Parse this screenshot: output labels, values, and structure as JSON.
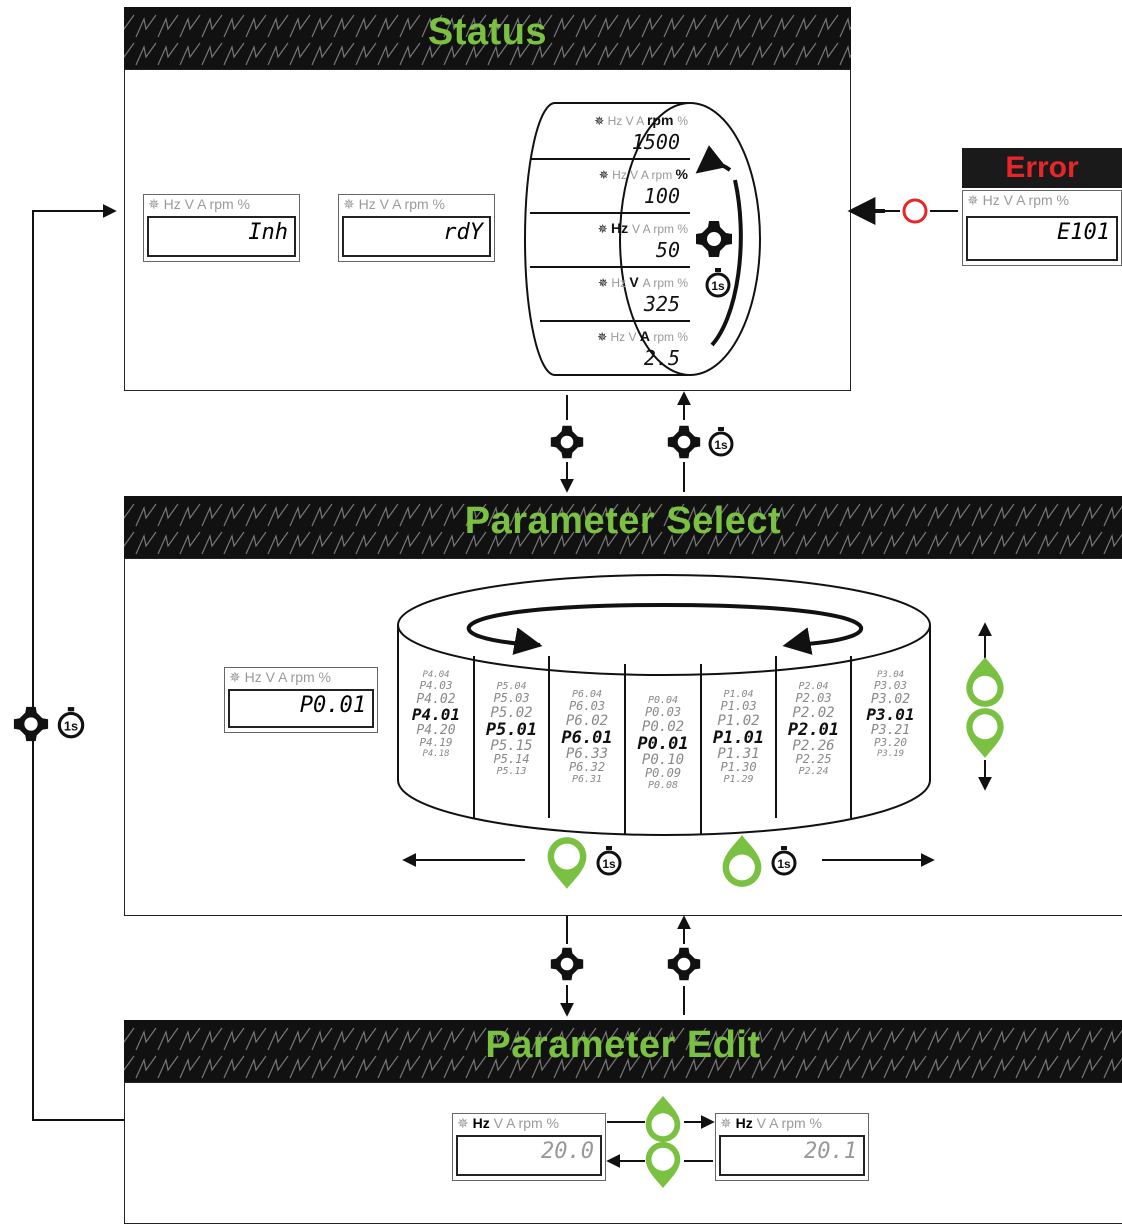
{
  "sections": {
    "status": "Status",
    "parameter_select": "Parameter Select",
    "parameter_edit": "Parameter Edit",
    "error": "Error"
  },
  "units_label": "Hz V A rpm %",
  "status_displays": [
    {
      "value": "Inh"
    },
    {
      "value": "rdY"
    }
  ],
  "error_display": {
    "value": "E101"
  },
  "status_cycle": [
    {
      "highlight": "rpm",
      "value": "1500"
    },
    {
      "highlight": "%",
      "value": "100"
    },
    {
      "highlight": "Hz",
      "value": "50"
    },
    {
      "highlight": "V",
      "value": "325"
    },
    {
      "highlight": "A",
      "value": "2.5"
    }
  ],
  "timer_label": "1s",
  "param_select_display": {
    "value": "P0.01"
  },
  "param_columns": [
    [
      "P4.04",
      "P4.03",
      "P4.02",
      "P4.01",
      "P4.20",
      "P4.19",
      "P4.18"
    ],
    [
      "P5.04",
      "P5.03",
      "P5.02",
      "P5.01",
      "P5.15",
      "P5.14",
      "P5.13"
    ],
    [
      "P6.04",
      "P6.03",
      "P6.02",
      "P6.01",
      "P6.33",
      "P6.32",
      "P6.31"
    ],
    [
      "P0.04",
      "P0.03",
      "P0.02",
      "P0.01",
      "P0.10",
      "P0.09",
      "P0.08"
    ],
    [
      "P1.04",
      "P1.03",
      "P1.02",
      "P1.01",
      "P1.31",
      "P1.30",
      "P1.29"
    ],
    [
      "P2.04",
      "P2.03",
      "P2.02",
      "P2.01",
      "P2.26",
      "P2.25",
      "P2.24"
    ],
    [
      "P3.04",
      "P3.03",
      "P3.02",
      "P3.01",
      "P3.21",
      "P3.20",
      "P3.19"
    ]
  ],
  "edit_displays": [
    {
      "highlight": "Hz",
      "value": "20.0"
    },
    {
      "highlight": "Hz",
      "value": "20.1"
    }
  ],
  "colors": {
    "accent": "#7ac142",
    "error": "#e8262a",
    "dark": "#1a1a1a"
  }
}
